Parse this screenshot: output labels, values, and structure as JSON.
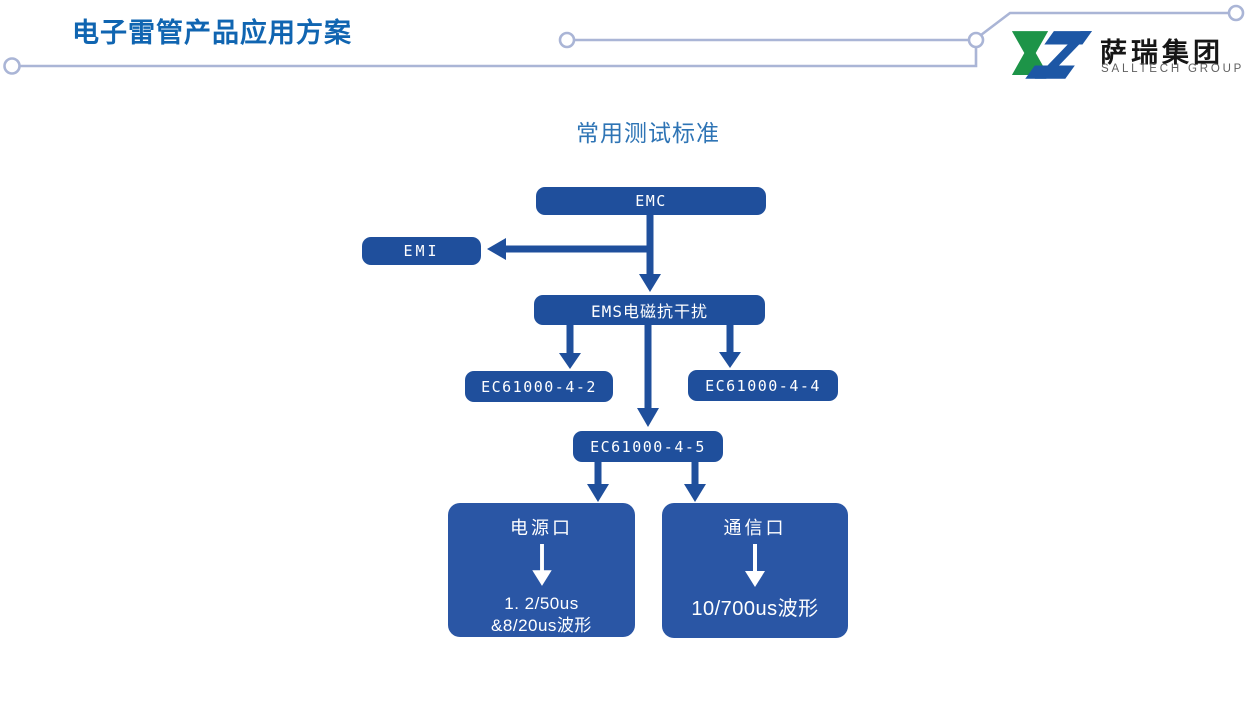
{
  "header": {
    "title": "电子雷管产品应用方案",
    "logo": {
      "company_cn": "萨瑞集团",
      "company_en": "SALLTECH GROUP"
    }
  },
  "diagram": {
    "heading": "常用测试标准",
    "nodes": {
      "emc": {
        "label": "EMC"
      },
      "emi": {
        "label": "EMI"
      },
      "ems": {
        "label": "EMS电磁抗干扰"
      },
      "ec61000_4_2": {
        "label": "EC61000-4-2"
      },
      "ec61000_4_4": {
        "label": "EC61000-4-4"
      },
      "ec61000_4_5": {
        "label": "EC61000-4-5"
      },
      "power_port": {
        "label": "电源口",
        "waveform_line1": "1. 2/50us",
        "waveform_line2": "&8/20us波形"
      },
      "comm_port": {
        "label": "通信口",
        "waveform": "10/700us波形"
      }
    },
    "edges": [
      "EMC → EMI",
      "EMC → EMS电磁抗干扰",
      "EMS电磁抗干扰 → EC61000-4-2",
      "EMS电磁抗干扰 → EC61000-4-4",
      "EMS电磁抗干扰 → EC61000-4-5",
      "EC61000-4-5 → 电源口",
      "EC61000-4-5 → 通信口"
    ]
  },
  "colors": {
    "title_text": "#1065b1",
    "heading_text": "#2e74b5",
    "node_fill": "#1f4f9c",
    "port_node_fill": "#2a56a5",
    "arrow": "#1f4f9c",
    "decor_line": "#aab5d6",
    "logo_green": "#1d9448",
    "logo_blue": "#1d57a5"
  }
}
